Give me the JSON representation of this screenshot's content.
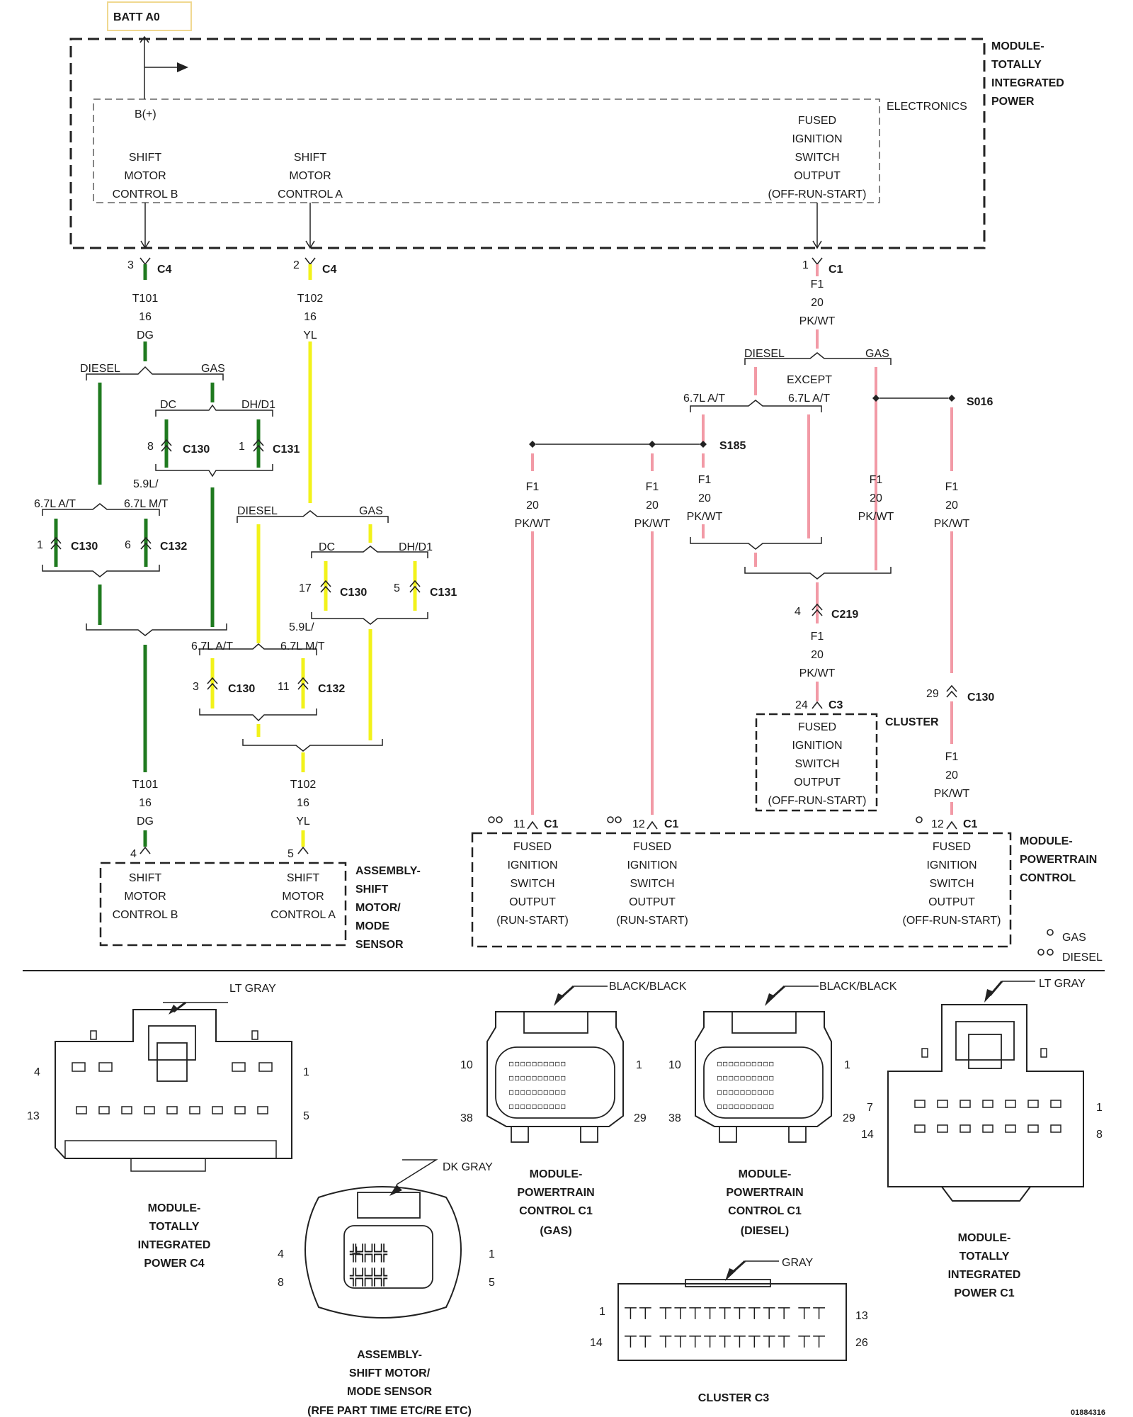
{
  "batt_label": "BATT A0",
  "tipm": {
    "title": [
      "MODULE-",
      "TOTALLY",
      "INTEGRATED",
      "POWER"
    ],
    "electronics": "ELECTRONICS",
    "bplus": "B(+)",
    "smb": [
      "SHIFT",
      "MOTOR",
      "CONTROL B"
    ],
    "sma": [
      "SHIFT",
      "MOTOR",
      "CONTROL A"
    ],
    "fused": [
      "FUSED",
      "IGNITION",
      "SWITCH",
      "OUTPUT",
      "(OFF-RUN-START)"
    ]
  },
  "left_circuit": {
    "pin": "3",
    "conn": "C4",
    "circuit": "T101",
    "gauge": "16",
    "color": "DG",
    "diesel": "DIESEL",
    "gas": "GAS",
    "dc": "DC",
    "dhd1": "DH/D1",
    "c130_pin_a": "8",
    "c130_a": "C130",
    "c131_pin": "1",
    "c131": "C131",
    "v59": "5.9L/",
    "v67at": "6.7L A/T",
    "v67mt": "6.7L M/T",
    "c130_pin_b": "1",
    "c130_b": "C130",
    "c132_pin": "6",
    "c132": "C132",
    "bottom": [
      "T101",
      "16",
      "DG"
    ],
    "dest_pin": "4"
  },
  "right_circuit": {
    "pin": "2",
    "conn": "C4",
    "circuit": "T102",
    "gauge": "16",
    "color": "YL",
    "diesel": "DIESEL",
    "gas": "GAS",
    "dc": "DC",
    "dhd1": "DH/D1",
    "c130_pin_a": "17",
    "c130_a": "C130",
    "c131_pin": "5",
    "c131": "C131",
    "v59": "5.9L/",
    "v67at": "6.7L A/T",
    "v67mt": "6.7L M/T",
    "c130_pin_b": "3",
    "c130_b": "C130",
    "c132_pin": "11",
    "c132": "C132",
    "bottom": [
      "T102",
      "16",
      "YL"
    ],
    "dest_pin": "5"
  },
  "assembly": {
    "smb": [
      "SHIFT",
      "MOTOR",
      "CONTROL B"
    ],
    "sma": [
      "SHIFT",
      "MOTOR",
      "CONTROL A"
    ],
    "title": [
      "ASSEMBLY-",
      "SHIFT",
      "MOTOR/",
      "MODE",
      "SENSOR"
    ]
  },
  "ignition": {
    "pin": "1",
    "conn": "C1",
    "wire": [
      "F1",
      "20",
      "PK/WT"
    ],
    "diesel": "DIESEL",
    "gas": "GAS",
    "except": [
      "EXCEPT",
      "6.7L A/T"
    ],
    "v67at": "6.7L A/T",
    "s016": "S016",
    "s185": "S185",
    "c219_pin": "4",
    "c219": "C219",
    "c3_pin": "24",
    "c3": "C3",
    "cluster": "CLUSTER",
    "c130_pin": "29",
    "c130": "C130"
  },
  "pcm": {
    "pin_a": "11",
    "pin_b": "12",
    "pin_c": "12",
    "conn": "C1",
    "fused_rs": [
      "FUSED",
      "IGNITION",
      "SWITCH",
      "OUTPUT",
      "(RUN-START)"
    ],
    "fused_ors": [
      "FUSED",
      "IGNITION",
      "SWITCH",
      "OUTPUT",
      "(OFF-RUN-START)"
    ],
    "title": [
      "MODULE-",
      "POWERTRAIN",
      "CONTROL"
    ]
  },
  "legend": {
    "gas": "GAS",
    "diesel": "DIESEL"
  },
  "connectors": {
    "tipm_c4": {
      "color": "LT GRAY",
      "pins": [
        "4",
        "1",
        "13",
        "5"
      ],
      "title": [
        "MODULE-",
        "TOTALLY",
        "INTEGRATED",
        "POWER C4"
      ]
    },
    "sensor": {
      "color": "DK GRAY",
      "pins": [
        "4",
        "1",
        "8",
        "5"
      ],
      "title": [
        "ASSEMBLY-",
        "SHIFT MOTOR/",
        "MODE SENSOR",
        "(RFE PART TIME ETC/RE ETC)"
      ]
    },
    "pcm_gas": {
      "color": "BLACK/BLACK",
      "pins": [
        "10",
        "1",
        "38",
        "29"
      ],
      "title": [
        "MODULE-",
        "POWERTRAIN",
        "CONTROL C1",
        "(GAS)"
      ]
    },
    "pcm_diesel": {
      "color": "BLACK/BLACK",
      "pins": [
        "10",
        "1",
        "38",
        "29"
      ],
      "title": [
        "MODULE-",
        "POWERTRAIN",
        "CONTROL C1",
        "(DIESEL)"
      ]
    },
    "cluster_c3": {
      "color": "GRAY",
      "pins": [
        "1",
        "13",
        "14",
        "26"
      ],
      "title": [
        "CLUSTER C3"
      ]
    },
    "tipm_c1": {
      "color": "LT GRAY",
      "pins": [
        "7",
        "1",
        "14",
        "8"
      ],
      "title": [
        "MODULE-",
        "TOTALLY",
        "INTEGRATED",
        "POWER C1"
      ]
    }
  },
  "doc_id": "01884316",
  "colors": {
    "dg": "#1f7a1f",
    "yl": "#f2f21a",
    "pk": "#f29aa6",
    "batt_border": "#f0d890"
  }
}
